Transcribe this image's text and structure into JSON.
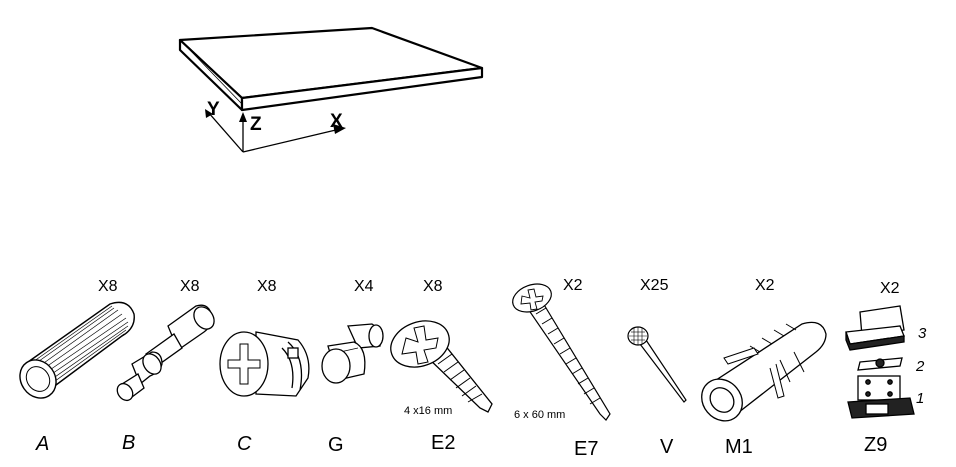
{
  "axes": {
    "x": "X",
    "y": "Y",
    "z": "Z"
  },
  "parts": [
    {
      "code": "A",
      "qty": "X8",
      "dim": ""
    },
    {
      "code": "B",
      "qty": "X8",
      "dim": ""
    },
    {
      "code": "C",
      "qty": "X8",
      "dim": ""
    },
    {
      "code": "G",
      "qty": "X4",
      "dim": ""
    },
    {
      "code": "E2",
      "qty": "X8",
      "dim": "4 x16 mm"
    },
    {
      "code": "E7",
      "qty": "X2",
      "dim": "6 x 60 mm"
    },
    {
      "code": "V",
      "qty": "X25",
      "dim": ""
    },
    {
      "code": "M1",
      "qty": "X2",
      "dim": ""
    },
    {
      "code": "Z9",
      "qty": "X2",
      "dim": ""
    }
  ],
  "z9_layers": [
    "3",
    "2",
    "1"
  ]
}
